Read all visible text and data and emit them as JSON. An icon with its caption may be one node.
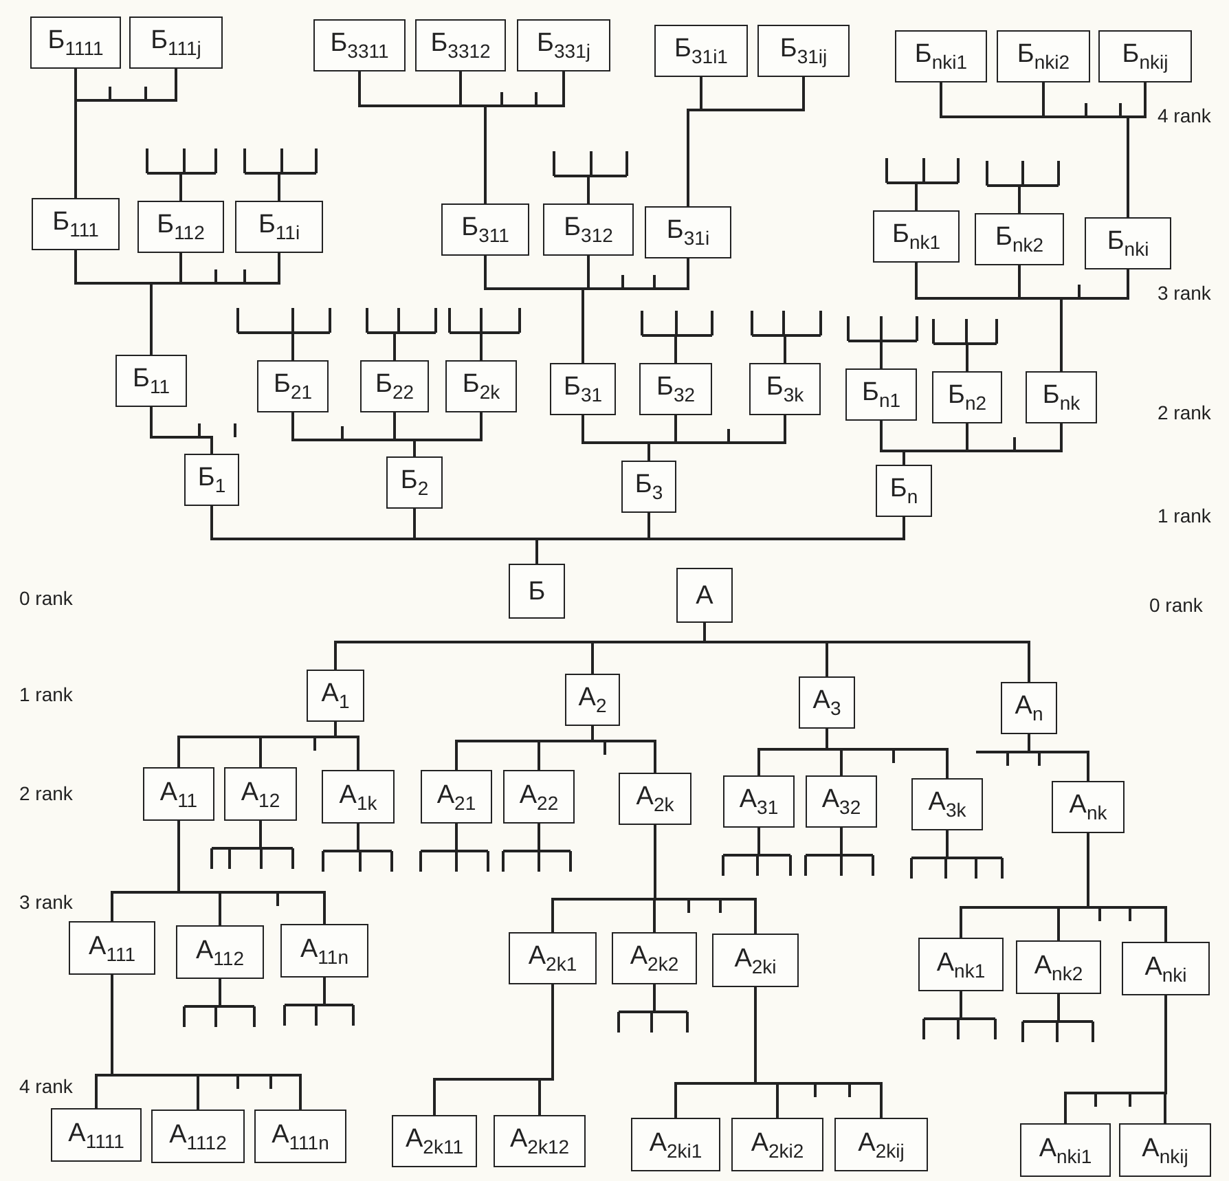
{
  "diagram": {
    "nodes": [
      {
        "text": [
          "Б$_{1111}$"
        ]
      },
      {
        "text": [
          "Б$_{111j}$"
        ]
      },
      {
        "text": [
          "Б$_{3311}$"
        ]
      },
      {
        "text": [
          "Б$_{3312}$"
        ]
      },
      {
        "text": [
          "Б$_{331j}$"
        ]
      },
      {
        "text": [
          "Б$_{31i1}$"
        ]
      },
      {
        "text": [
          "Б$_{31ij}$"
        ]
      },
      {
        "text": [
          "Б$_{nki1}$"
        ]
      },
      {
        "text": [
          "Б$_{nki2}$"
        ]
      },
      {
        "text": [
          "Б$_{nkij}$"
        ]
      },
      {
        "text": [
          "Б$_{111}$"
        ]
      },
      {
        "text": [
          "Б$_{112}$"
        ]
      },
      {
        "text": [
          "Б$_{11i}$"
        ]
      },
      {
        "text": [
          "Б$_{311}$"
        ]
      },
      {
        "text": [
          "Б$_{312}$"
        ]
      },
      {
        "text": [
          "Б$_{31i}$"
        ]
      },
      {
        "text": [
          "Б$_{nk1}$"
        ]
      },
      {
        "text": [
          "Б$_{nk2}$"
        ]
      },
      {
        "text": [
          "Б$_{nki}$"
        ]
      },
      {
        "text": [
          "Б$_{11}$"
        ]
      },
      {
        "text": [
          "Б$_{21}$"
        ]
      },
      {
        "text": [
          "Б$_{22}$"
        ]
      },
      {
        "text": [
          "Б$_{2k}$"
        ]
      },
      {
        "text": [
          "Б$_{31}$"
        ]
      },
      {
        "text": [
          "Б$_{32}$"
        ]
      },
      {
        "text": [
          "Б$_{3k}$"
        ]
      },
      {
        "text": [
          "Б$_{n1}$"
        ]
      },
      {
        "text": [
          "Б$_{n2}$"
        ]
      },
      {
        "text": [
          "Б$_{nk}$"
        ]
      },
      {
        "text": [
          "Б$_{1}$"
        ]
      },
      {
        "text": [
          "Б$_{2}$"
        ]
      },
      {
        "text": [
          "Б$_{3}$"
        ]
      },
      {
        "text": [
          "Б$_{n}$"
        ]
      },
      {
        "text": [
          "Б"
        ]
      },
      {
        "text": [
          "А"
        ]
      },
      {
        "text": [
          "А$_{1}$"
        ]
      },
      {
        "text": [
          "А$_{2}$"
        ]
      },
      {
        "text": [
          "А$_{3}$"
        ]
      },
      {
        "text": [
          "А$_{n}$"
        ]
      },
      {
        "text": [
          "А$_{11}$"
        ]
      },
      {
        "text": [
          "А$_{12}$"
        ]
      },
      {
        "text": [
          "А$_{1k}$"
        ]
      },
      {
        "text": [
          "А$_{21}$"
        ]
      },
      {
        "text": [
          "А$_{22}$"
        ]
      },
      {
        "text": [
          "А$_{2k}$"
        ]
      },
      {
        "text": [
          "А$_{31}$"
        ]
      },
      {
        "text": [
          "А$_{32}$"
        ]
      },
      {
        "text": [
          "А$_{3k}$"
        ]
      },
      {
        "text": [
          "А$_{nk}$"
        ]
      },
      {
        "text": [
          "А$_{111}$"
        ]
      },
      {
        "text": [
          "А$_{112}$"
        ]
      },
      {
        "text": [
          "А$_{11n}$"
        ]
      },
      {
        "text": [
          "А$_{2k1}$"
        ]
      },
      {
        "text": [
          "А$_{2k2}$"
        ]
      },
      {
        "text": [
          "А$_{2ki}$"
        ]
      },
      {
        "text": [
          "А$_{nk1}$"
        ]
      },
      {
        "text": [
          "А$_{nk2}$"
        ]
      },
      {
        "text": [
          "А$_{nki}$"
        ]
      },
      {
        "text": [
          "А$_{1111}$"
        ]
      },
      {
        "text": [
          "А$_{1112}$"
        ]
      },
      {
        "text": [
          "А$_{111n}$"
        ]
      },
      {
        "text": [
          "А$_{2k11}$"
        ]
      },
      {
        "text": [
          "А$_{2k12}$"
        ]
      },
      {
        "text": [
          "А$_{2ki1}$"
        ]
      },
      {
        "text": [
          "А$_{2ki2}$"
        ]
      },
      {
        "text": [
          "А$_{2kij}$"
        ]
      },
      {
        "text": [
          "А$_{nki1}$"
        ]
      },
      {
        "text": [
          "А$_{nkij}$"
        ]
      }
    ],
    "edges": [
      {
        "from": 33,
        "to": 29,
        "arrow": "none"
      },
      {
        "from": 33,
        "to": 30,
        "arrow": "none"
      },
      {
        "from": 33,
        "to": 31,
        "arrow": "none"
      },
      {
        "from": 33,
        "to": 32,
        "arrow": "none"
      },
      {
        "from": 29,
        "to": 19,
        "arrow": "none"
      },
      {
        "from": 30,
        "to": 20,
        "arrow": "none"
      },
      {
        "from": 30,
        "to": 21,
        "arrow": "none"
      },
      {
        "from": 30,
        "to": 22,
        "arrow": "none"
      },
      {
        "from": 31,
        "to": 23,
        "arrow": "none"
      },
      {
        "from": 31,
        "to": 24,
        "arrow": "none"
      },
      {
        "from": 31,
        "to": 25,
        "arrow": "none"
      },
      {
        "from": 32,
        "to": 26,
        "arrow": "none"
      },
      {
        "from": 32,
        "to": 27,
        "arrow": "none"
      },
      {
        "from": 32,
        "to": 28,
        "arrow": "none"
      },
      {
        "from": 19,
        "to": 10,
        "arrow": "none"
      },
      {
        "from": 19,
        "to": 11,
        "arrow": "none"
      },
      {
        "from": 19,
        "to": 12,
        "arrow": "none"
      },
      {
        "from": 23,
        "to": 13,
        "arrow": "none"
      },
      {
        "from": 23,
        "to": 14,
        "arrow": "none"
      },
      {
        "from": 23,
        "to": 15,
        "arrow": "none"
      },
      {
        "from": 28,
        "to": 16,
        "arrow": "none"
      },
      {
        "from": 28,
        "to": 17,
        "arrow": "none"
      },
      {
        "from": 28,
        "to": 18,
        "arrow": "none"
      },
      {
        "from": 10,
        "to": 0,
        "arrow": "none"
      },
      {
        "from": 10,
        "to": 1,
        "arrow": "none"
      },
      {
        "from": 13,
        "to": 2,
        "arrow": "none"
      },
      {
        "from": 13,
        "to": 3,
        "arrow": "none"
      },
      {
        "from": 13,
        "to": 4,
        "arrow": "none"
      },
      {
        "from": 15,
        "to": 5,
        "arrow": "none"
      },
      {
        "from": 15,
        "to": 6,
        "arrow": "none"
      },
      {
        "from": 18,
        "to": 7,
        "arrow": "none"
      },
      {
        "from": 18,
        "to": 8,
        "arrow": "none"
      },
      {
        "from": 18,
        "to": 9,
        "arrow": "none"
      },
      {
        "from": 34,
        "to": 35,
        "arrow": "none"
      },
      {
        "from": 34,
        "to": 36,
        "arrow": "none"
      },
      {
        "from": 34,
        "to": 37,
        "arrow": "none"
      },
      {
        "from": 34,
        "to": 38,
        "arrow": "none"
      },
      {
        "from": 35,
        "to": 39,
        "arrow": "none"
      },
      {
        "from": 35,
        "to": 40,
        "arrow": "none"
      },
      {
        "from": 35,
        "to": 41,
        "arrow": "none"
      },
      {
        "from": 36,
        "to": 42,
        "arrow": "none"
      },
      {
        "from": 36,
        "to": 43,
        "arrow": "none"
      },
      {
        "from": 36,
        "to": 44,
        "arrow": "none"
      },
      {
        "from": 37,
        "to": 45,
        "arrow": "none"
      },
      {
        "from": 37,
        "to": 46,
        "arrow": "none"
      },
      {
        "from": 37,
        "to": 47,
        "arrow": "none"
      },
      {
        "from": 38,
        "to": 48,
        "arrow": "none"
      },
      {
        "from": 39,
        "to": 49,
        "arrow": "none"
      },
      {
        "from": 39,
        "to": 50,
        "arrow": "none"
      },
      {
        "from": 39,
        "to": 51,
        "arrow": "none"
      },
      {
        "from": 44,
        "to": 52,
        "arrow": "none"
      },
      {
        "from": 44,
        "to": 53,
        "arrow": "none"
      },
      {
        "from": 44,
        "to": 54,
        "arrow": "none"
      },
      {
        "from": 48,
        "to": 55,
        "arrow": "none"
      },
      {
        "from": 48,
        "to": 56,
        "arrow": "none"
      },
      {
        "from": 48,
        "to": 57,
        "arrow": "none"
      },
      {
        "from": 49,
        "to": 58,
        "arrow": "none"
      },
      {
        "from": 49,
        "to": 59,
        "arrow": "none"
      },
      {
        "from": 49,
        "to": 60,
        "arrow": "none"
      },
      {
        "from": 52,
        "to": 61,
        "arrow": "none"
      },
      {
        "from": 52,
        "to": 62,
        "arrow": "none"
      },
      {
        "from": 54,
        "to": 63,
        "arrow": "none"
      },
      {
        "from": 54,
        "to": 64,
        "arrow": "none"
      },
      {
        "from": 54,
        "to": 65,
        "arrow": "none"
      },
      {
        "from": 57,
        "to": 66,
        "arrow": "none"
      },
      {
        "from": 57,
        "to": 67,
        "arrow": "none"
      },
      {
        "from": 11,
        "to": null,
        "arrow": "none"
      },
      {
        "from": 12,
        "to": null,
        "arrow": "none"
      },
      {
        "from": 14,
        "to": null,
        "arrow": "none"
      },
      {
        "from": 16,
        "to": null,
        "arrow": "none"
      },
      {
        "from": 17,
        "to": null,
        "arrow": "none"
      },
      {
        "from": 20,
        "to": null,
        "arrow": "none"
      },
      {
        "from": 21,
        "to": null,
        "arrow": "none"
      },
      {
        "from": 22,
        "to": null,
        "arrow": "none"
      },
      {
        "from": 24,
        "to": null,
        "arrow": "none"
      },
      {
        "from": 25,
        "to": null,
        "arrow": "none"
      },
      {
        "from": 26,
        "to": null,
        "arrow": "none"
      },
      {
        "from": 27,
        "to": null,
        "arrow": "none"
      },
      {
        "from": 40,
        "to": null,
        "arrow": "none"
      },
      {
        "from": 41,
        "to": null,
        "arrow": "none"
      },
      {
        "from": 42,
        "to": null,
        "arrow": "none"
      },
      {
        "from": 43,
        "to": null,
        "arrow": "none"
      },
      {
        "from": 45,
        "to": null,
        "arrow": "none"
      },
      {
        "from": 46,
        "to": null,
        "arrow": "none"
      },
      {
        "from": 47,
        "to": null,
        "arrow": "none"
      },
      {
        "from": 50,
        "to": null,
        "arrow": "none"
      },
      {
        "from": 51,
        "to": null,
        "arrow": "none"
      },
      {
        "from": 53,
        "to": null,
        "arrow": "none"
      },
      {
        "from": 55,
        "to": null,
        "arrow": "none"
      },
      {
        "from": 56,
        "to": null,
        "arrow": "none"
      }
    ],
    "labels": [
      "4 rank",
      "3 rank",
      "2 rank",
      "1 rank",
      "0 rank",
      "0 rank",
      "1 rank",
      "2 rank",
      "3 rank",
      "4 rank"
    ]
  }
}
